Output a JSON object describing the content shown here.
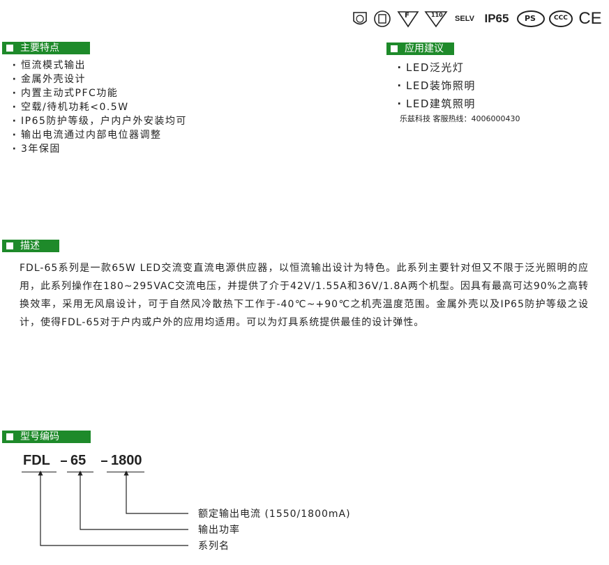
{
  "cert_marks": {
    "f_mark": "F",
    "temp_mark": "110",
    "selv": "SELV",
    "ip": "IP65",
    "pse": "PS",
    "ccc": "CCC",
    "ce": "CE"
  },
  "features": {
    "title": "主要特点",
    "items": [
      "恒流模式输出",
      "金属外壳设计",
      "内置主动式PFC功能",
      "空载/待机功耗<0.5W",
      "IP65防护等级，户内户外安装均可",
      "输出电流通过内部电位器调整",
      "3年保固"
    ]
  },
  "applications": {
    "title": "应用建议",
    "items": [
      "LED泛光灯",
      "LED装饰照明",
      "LED建筑照明"
    ],
    "hotline": "乐兹科技 客服热线：4006000430"
  },
  "description": {
    "title": "描述",
    "text": "FDL-65系列是一款65W LED交流变直流电源供应器，以恒流输出设计为特色。此系列主要针对但又不限于泛光照明的应用，此系列操作在180~295VAC交流电压，并提供了介于42V/1.55A和36V/1.8A两个机型。因具有最高可达90%之高转换效率，采用无风扇设计，可于自然风冷散热下工作于-40℃~+90℃之机壳温度范围。金属外壳以及IP65防护等级之设计，使得FDL-65对于户内或户外的应用均适用。可以为灯具系统提供最佳的设计弹性。"
  },
  "model_code": {
    "title": "型号编码",
    "parts": [
      "FDL",
      "65",
      "1800"
    ],
    "legend": [
      "额定输出电流 (1550/1800mA)",
      "输出功率",
      "系列名"
    ]
  },
  "colors": {
    "header_bg": "#1e8a2a",
    "text": "#222222"
  }
}
